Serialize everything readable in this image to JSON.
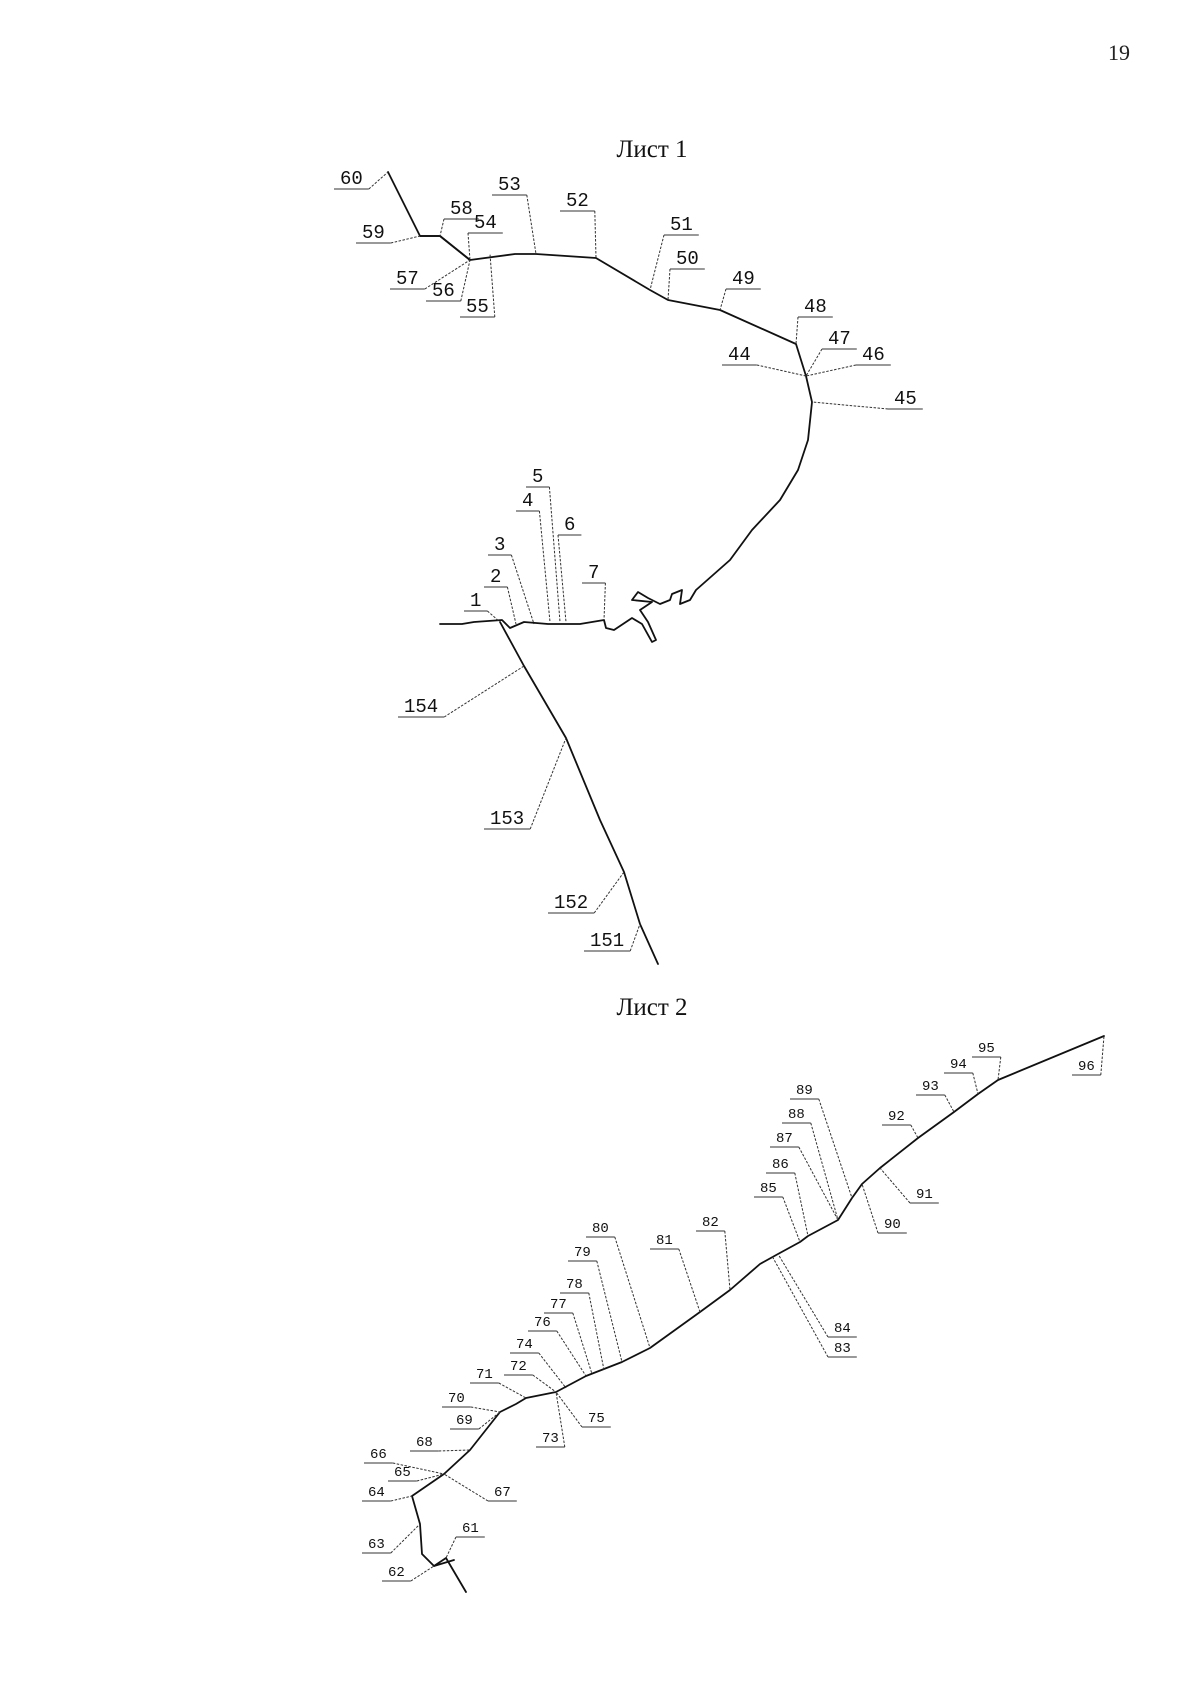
{
  "page_number": "19",
  "sheet1": {
    "title": "Лист 1",
    "labels": [
      "60",
      "59",
      "58",
      "54",
      "53",
      "52",
      "51",
      "50",
      "49",
      "48",
      "47",
      "46",
      "45",
      "44",
      "57",
      "56",
      "55",
      "5",
      "4",
      "6",
      "3",
      "7",
      "2",
      "1",
      "154",
      "153",
      "152",
      "151"
    ]
  },
  "sheet2": {
    "title": "Лист 2",
    "labels": [
      "95",
      "96",
      "94",
      "93",
      "92",
      "91",
      "90",
      "89",
      "88",
      "87",
      "86",
      "85",
      "84",
      "83",
      "82",
      "81",
      "80",
      "79",
      "78",
      "77",
      "76",
      "74",
      "72",
      "75",
      "73",
      "71",
      "70",
      "69",
      "68",
      "66",
      "65",
      "67",
      "64",
      "63",
      "62",
      "61"
    ]
  }
}
